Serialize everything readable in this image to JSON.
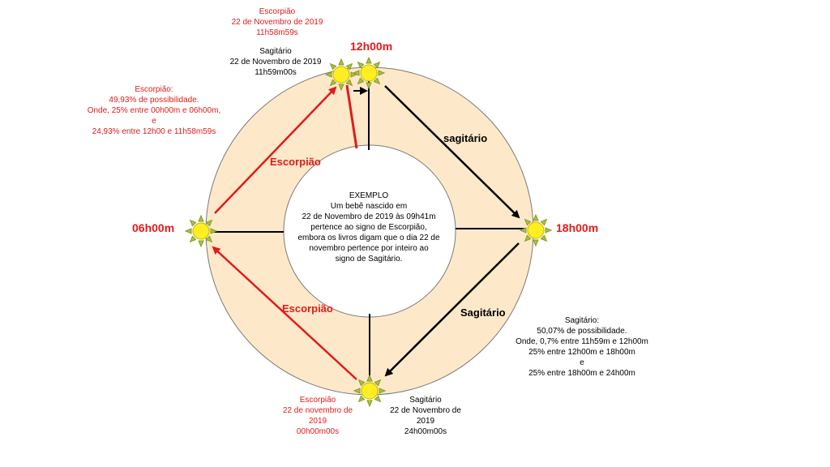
{
  "times": {
    "noon": "12h00m",
    "six_am": "06h00m",
    "six_pm": "18h00m"
  },
  "arrow_labels": {
    "escorpiao_upper": "Escorpião",
    "escorpiao_lower": "Escorpião",
    "sagitario_upper": "sagitário",
    "sagitario_lower": "Sagitário"
  },
  "top_red": [
    "Escorpião",
    "22 de Novembro de 2019",
    "11h58m59s"
  ],
  "top_black": [
    "Sagitário",
    "22 de Novembro de 2019",
    "11h59m00s"
  ],
  "left_note": [
    "Escorpião:",
    "49,93% de possibilidade.",
    "Onde, 25% entre 00h00m e 06h00m,",
    "e",
    "24,93% entre 12h00 e 11h58m59s"
  ],
  "right_note": [
    "Sagitário:",
    "50,07% de possibilidade.",
    "Onde, 0,7% entre 11h59m e 12h00m",
    "25% entre 12h00m e 18h00m",
    "e",
    "25% entre 18h00m e 24h00m"
  ],
  "bottom_red": [
    "Escorpião",
    "22 de novembro de",
    "2019",
    "00h00m00s"
  ],
  "bottom_black": [
    "Sagitário",
    "22 de Novembro de",
    "2019",
    "24h00m00s"
  ],
  "center": [
    "EXEMPLO",
    "Um bebê nascido em",
    "22 de Novembro de 2019 às 09h41m",
    "pertence ao signo de Escorpião,",
    "embora os livros digam que o dia 22 de",
    "novembro pertence por inteiro ao",
    "signo de Sagitário."
  ],
  "colors": {
    "ring": "#fde9c9",
    "red": "#e01b1b",
    "sun": "#ffee22",
    "sun_ray": "#a4c639"
  }
}
